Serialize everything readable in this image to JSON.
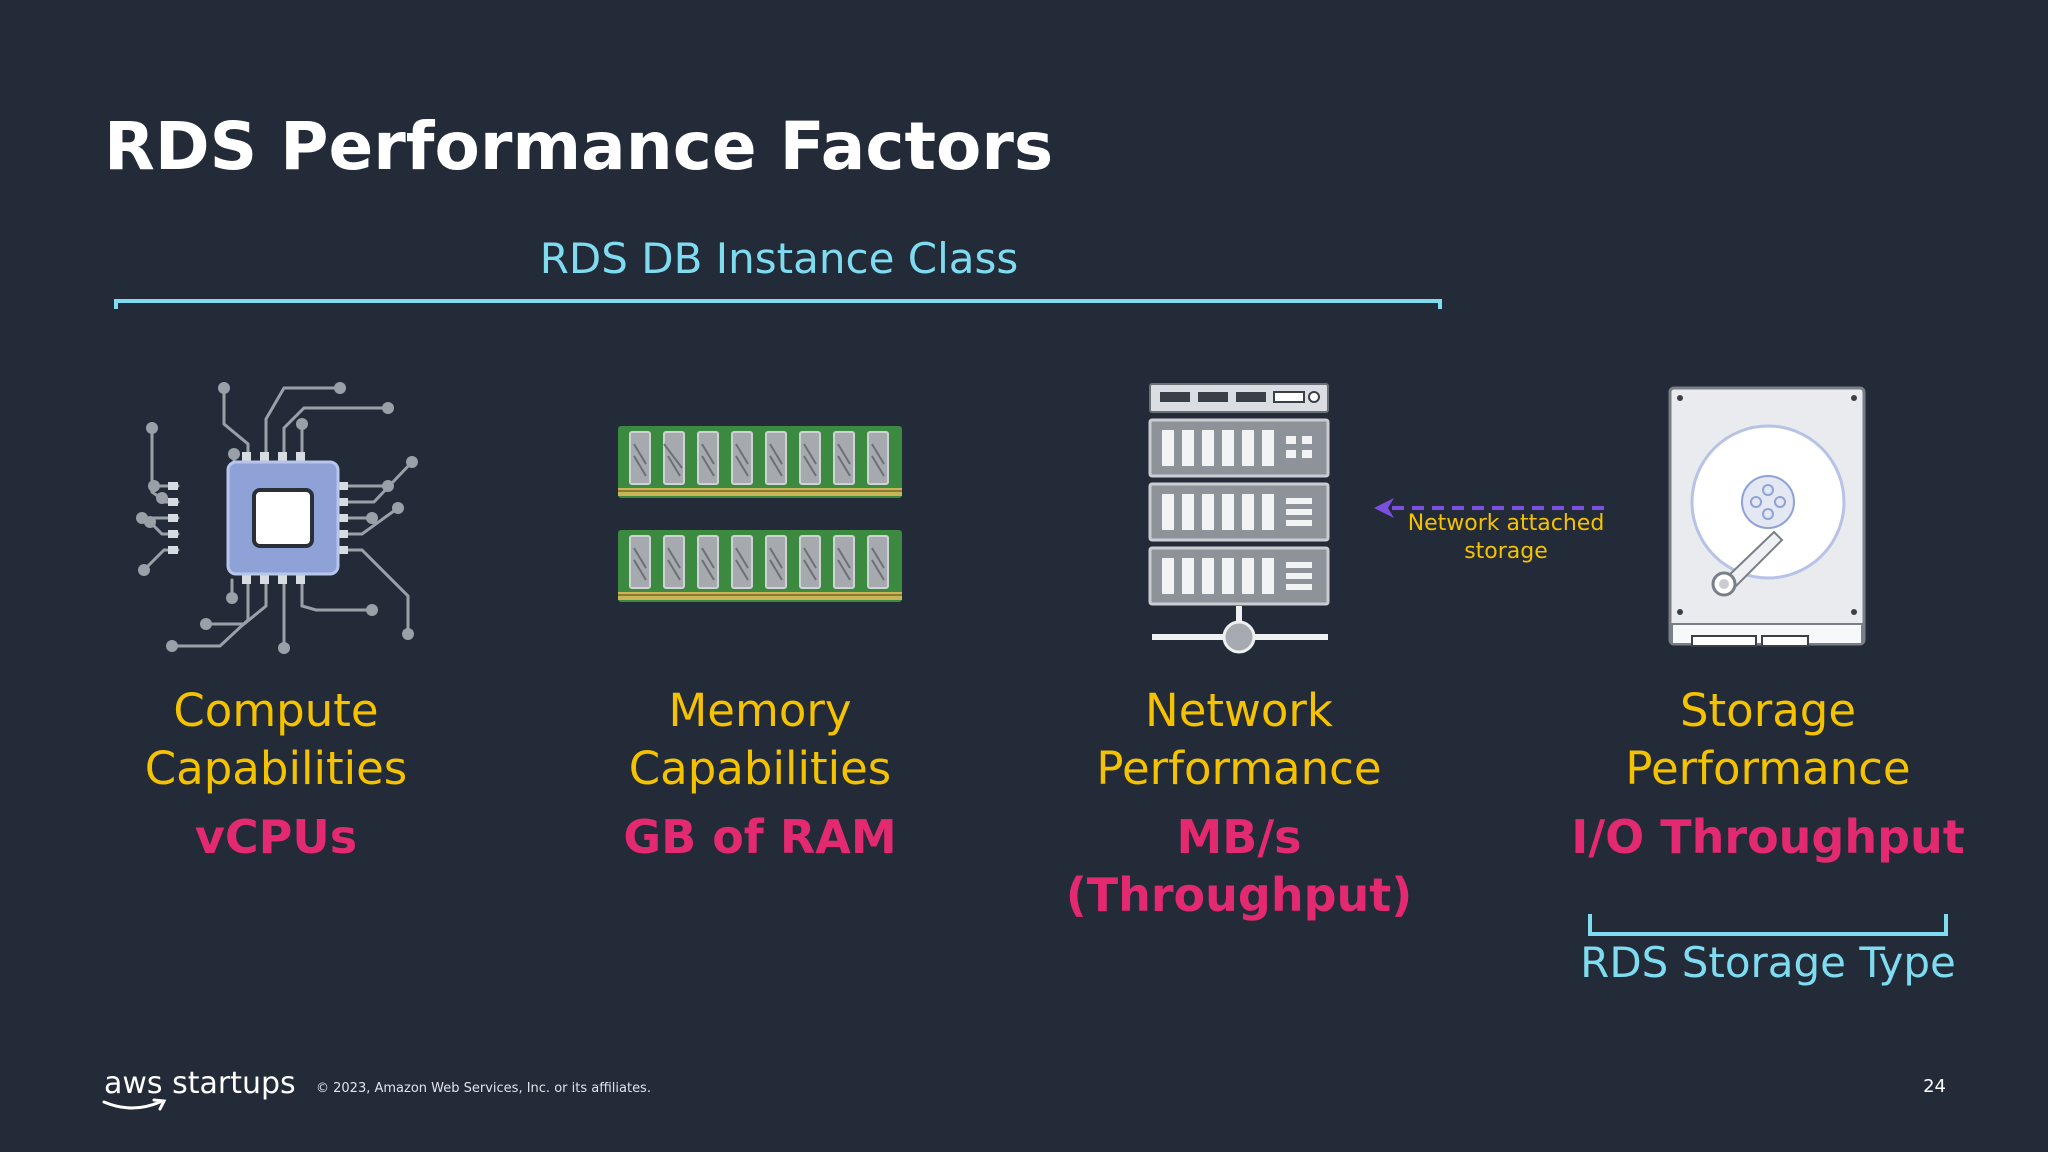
{
  "slide": {
    "title": "RDS Performance Factors",
    "instance_class_label": "RDS DB Instance Class",
    "storage_type_label": "RDS Storage Type",
    "network_attached_label": "Network attached storage",
    "factors": [
      {
        "name_line1": "Compute",
        "name_line2": "Capabilities",
        "unit_line1": "vCPUs",
        "unit_line2": "",
        "icon": "cpu-chip-icon"
      },
      {
        "name_line1": "Memory",
        "name_line2": "Capabilities",
        "unit_line1": "GB of RAM",
        "unit_line2": "",
        "icon": "ram-module-icon"
      },
      {
        "name_line1": "Network",
        "name_line2": "Performance",
        "unit_line1": "MB/s",
        "unit_line2": "(Throughput)",
        "icon": "server-rack-icon"
      },
      {
        "name_line1": "Storage",
        "name_line2": "Performance",
        "unit_line1": "I/O Throughput",
        "unit_line2": "",
        "icon": "hard-disk-icon"
      }
    ]
  },
  "footer": {
    "brand": "aws startups",
    "copyright": "© 2023, Amazon Web Services, Inc. or its affiliates.",
    "page_number": "24"
  },
  "colors": {
    "background": "#232b39",
    "accent_cyan": "#7fdcf0",
    "factor_yellow": "#f5c200",
    "unit_pink": "#e3296f",
    "arrow_purple": "#7b4fe0"
  }
}
